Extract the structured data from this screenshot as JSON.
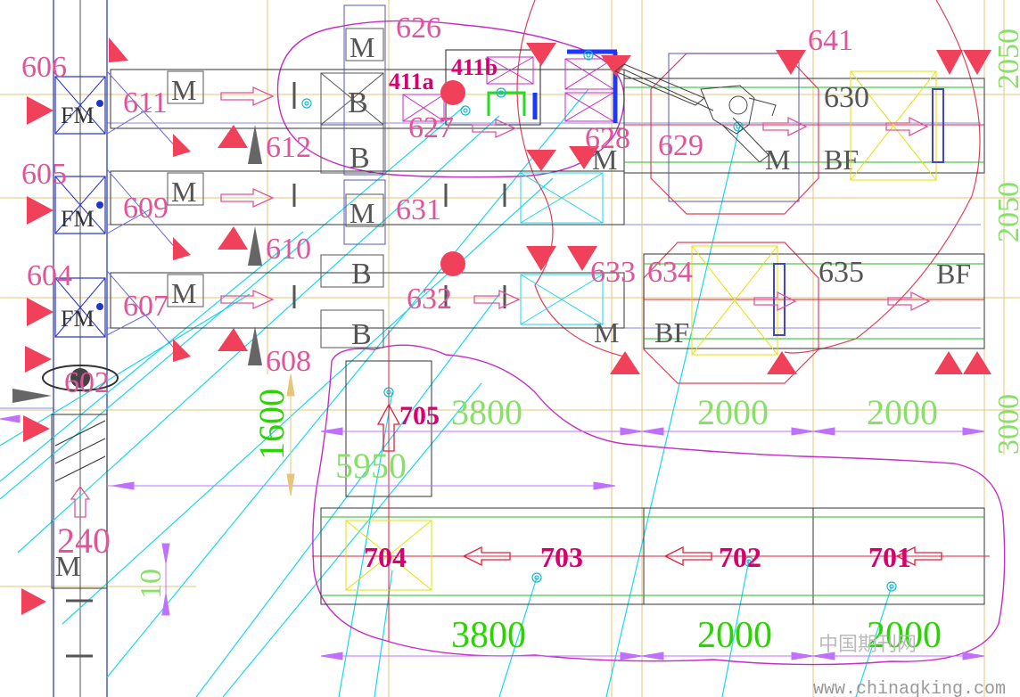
{
  "colors": {
    "background": "#ffffff",
    "dark_line": "#222222",
    "pink_text": "#e0549a",
    "magenta_text": "#d6006e",
    "green_text": "#88e06a",
    "bright_green_text": "#2ad400",
    "gray_text": "#555555",
    "red_triangle": "#f0405a",
    "cyan_line": "#19d7f0",
    "violet_dim": "#c070ff",
    "blue_frame": "#1e37ff",
    "yellow_box": "#e6e000",
    "cloud_magenta": "#c62bc6"
  },
  "station_labels": {
    "s606": "606",
    "s605": "605",
    "s604": "604",
    "s602": "602",
    "s611": "611",
    "s609": "609",
    "s607": "607",
    "s612": "612",
    "s610": "610",
    "s608": "608",
    "s626": "626",
    "s627": "627",
    "s628": "628",
    "s629": "629",
    "s631": "631",
    "s632": "632",
    "s633": "633",
    "s634": "634",
    "s630": "630",
    "s635": "635",
    "s641": "641",
    "s411a": "411a",
    "s411b": "411b",
    "s701": "701",
    "s702": "702",
    "s703": "703",
    "s704": "704",
    "s705": "705",
    "s240": "240"
  },
  "symbol_labels": {
    "motor": "M",
    "brake": "B",
    "fm": "FM",
    "bf": "BF"
  },
  "dimensions": {
    "upper_3800": "3800",
    "upper_2000a": "2000",
    "upper_2000b": "2000",
    "lower_3800": "3800",
    "lower_2000a": "2000",
    "lower_2000b": "2000",
    "d5950": "5950",
    "d1600": "1600",
    "d10": "10",
    "right_2050a": "2050",
    "right_2050b": "2050",
    "right_3000": "3000"
  },
  "watermark": {
    "cn": "中国期刊网",
    "url": "www.chinaqking.com"
  }
}
